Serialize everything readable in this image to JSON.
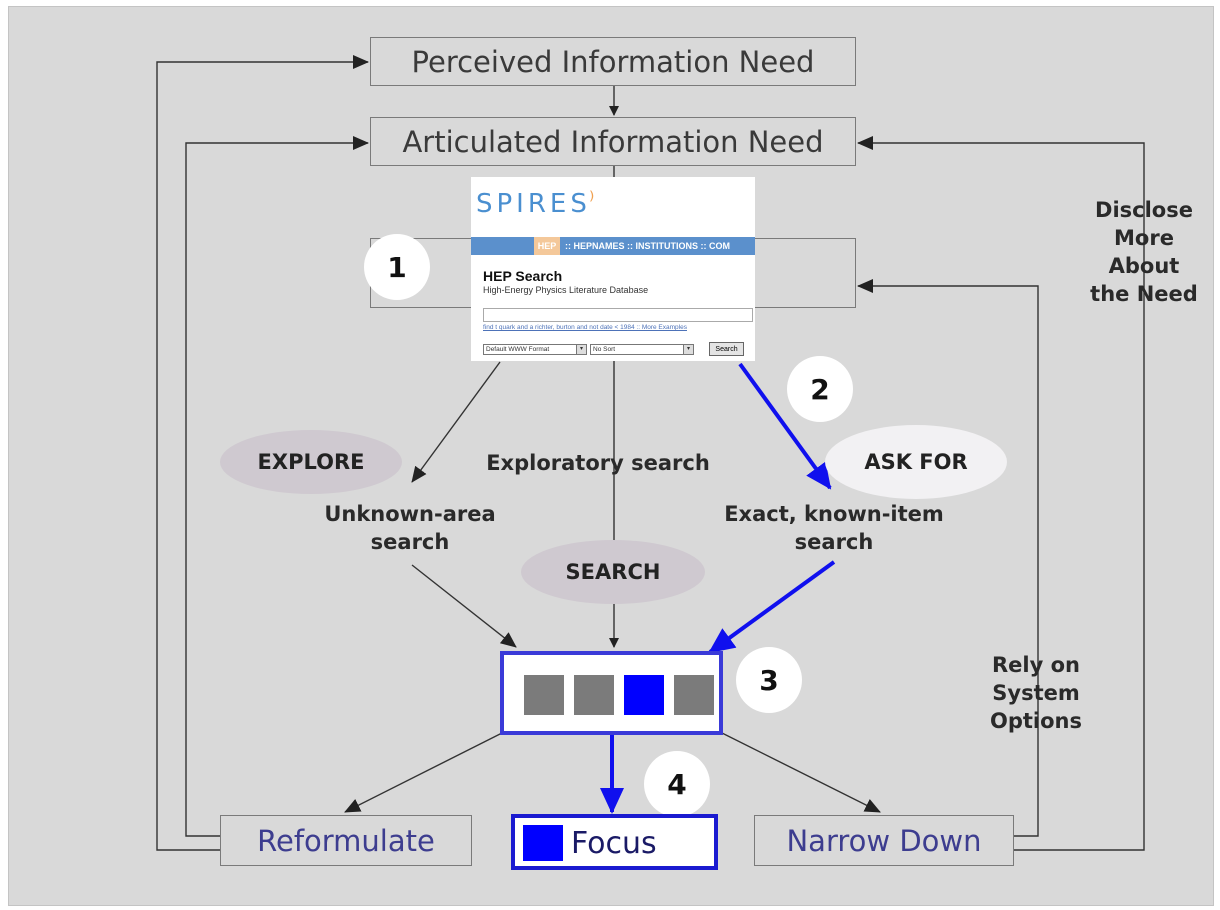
{
  "nodes": {
    "perceived": "Perceived Information Need",
    "articulated": "Articulated Information Need",
    "reformulate": "Reformulate",
    "focus": "Focus",
    "narrow_down": "Narrow Down"
  },
  "numbers": {
    "n1": "1",
    "n2": "2",
    "n3": "3",
    "n4": "4"
  },
  "ovals": {
    "explore": "EXPLORE",
    "ask_for": "ASK FOR",
    "search": "SEARCH"
  },
  "labels": {
    "exploratory": "Exploratory search",
    "unknown_line1": "Unknown-area",
    "unknown_line2": "search",
    "exact_line1": "Exact, known-item",
    "exact_line2": "search",
    "disclose_line1": "Disclose",
    "disclose_line2": "More",
    "disclose_line3": "About",
    "disclose_line4": "the Need",
    "rely_line1": "Rely on",
    "rely_line2": "System",
    "rely_line3": "Options"
  },
  "spires": {
    "logo": "SPIRES",
    "nav_active": "HEP",
    "nav_items": ":: HEPNAMES :: INSTITUTIONS :: COM",
    "title": "HEP Search",
    "subtitle": "High-Energy Physics Literature Database",
    "hint": "find t quark and a richter, burton and not date < 1984 :: More Examples",
    "format_select": "Default WWW Format",
    "sort_select": "No Sort",
    "search_button": "Search"
  },
  "colors": {
    "accent_blue": "#0000ff",
    "background": "#d9d9d9",
    "step_text": "#3d3d8f"
  }
}
